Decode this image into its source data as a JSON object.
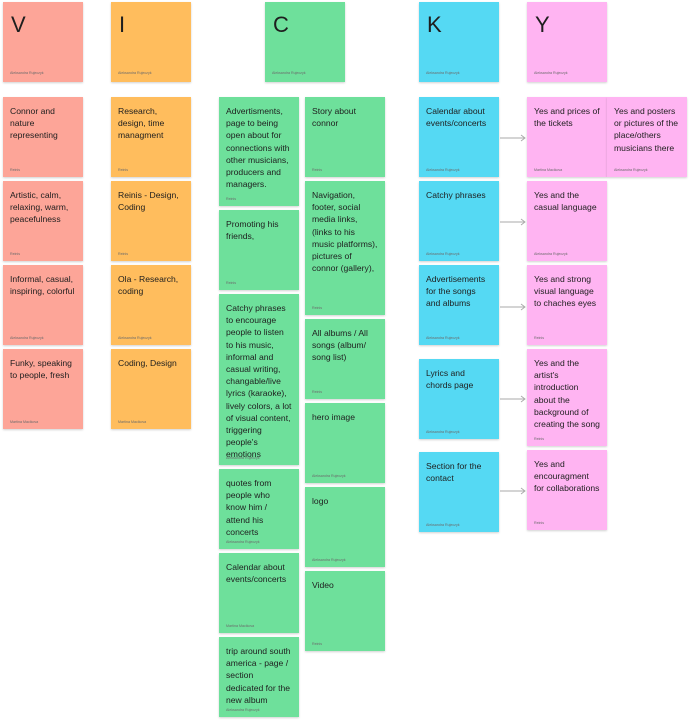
{
  "colors": {
    "red": "#fda598",
    "orange": "#ffbd5d",
    "green": "#6ee09b",
    "cyan": "#55d9f3",
    "pink": "#ffb4f2",
    "connector": "#a9a9a9"
  },
  "headers": [
    {
      "letter": "V",
      "author": "Aleksandra Rujeczyk"
    },
    {
      "letter": "I",
      "author": "Aleksandra Rujeczyk"
    },
    {
      "letter": "C",
      "author": "Aleksandra Rujeczyk"
    },
    {
      "letter": "K",
      "author": "Aleksandra Rujeczyk"
    },
    {
      "letter": "Y",
      "author": "Aleksandra Rujeczyk"
    }
  ],
  "v_notes": [
    {
      "text": "Connor and nature representing",
      "author": "Reinis"
    },
    {
      "text": "Artistic, calm, relaxing, warm, peacefulness",
      "author": "Reinis"
    },
    {
      "text": "Informal, casual, inspiring, colorful",
      "author": "Aleksandra Rujeczyk"
    },
    {
      "text": "Funky, speaking to people, fresh",
      "author": "Martina Macikova"
    }
  ],
  "i_notes": [
    {
      "text": "Research, design, time managment",
      "author": "Reinis"
    },
    {
      "text": "Reinis - Design, Coding",
      "author": "Reinis"
    },
    {
      "text": "Ola - Research, coding",
      "author": "Aleksandra Rujeczyk"
    },
    {
      "text": "Coding, Design",
      "author": "Martina Macikova"
    }
  ],
  "c_left_notes": [
    {
      "text": "Advertisments, page to being open about for connections with other musicians, producers and managers.",
      "author": "Reinis"
    },
    {
      "text": "Promoting his friends,",
      "author": "Reinis"
    },
    {
      "text": "Catchy phrases to encourage people to listen to his music, informal and casual writing, changable/live lyrics (karaoke), lively colors, a lot of visual content, triggering people's emotions",
      "author": "Aleksandra Rujeczyk"
    },
    {
      "text": "quotes from people who know him / attend his concerts",
      "author": "Aleksandra Rujeczyk"
    },
    {
      "text": "Calendar about events/concerts",
      "author": "Martina Macikova"
    },
    {
      "text": "trip around south america - page / section dedicated for the new album",
      "author": "Aleksandra Rujeczyk"
    }
  ],
  "c_right_notes": [
    {
      "text": "Story about connor",
      "author": "Reinis"
    },
    {
      "text": "Navigation, footer, social media links, (links to his music platforms), pictures of connor (gallery),",
      "author": "Reinis"
    },
    {
      "text": "All albums  / All songs (album/ song list)",
      "author": "Reinis"
    },
    {
      "text": "hero image",
      "author": "Aleksandra Rujeczyk"
    },
    {
      "text": "logo",
      "author": "Aleksandra Rujeczyk"
    },
    {
      "text": "Video",
      "author": "Reinis"
    }
  ],
  "k_notes": [
    {
      "text": "Calendar about events/concerts",
      "author": "Aleksandra Rujeczyk"
    },
    {
      "text": "Catchy phrases",
      "author": "Aleksandra Rujeczyk"
    },
    {
      "text": "Advertisements for the songs and albums",
      "author": "Aleksandra Rujeczyk"
    },
    {
      "text": "Lyrics and chords page",
      "author": "Aleksandra Rujeczyk"
    },
    {
      "text": "Section for the contact",
      "author": "Aleksandra Rujeczyk"
    }
  ],
  "y_notes": [
    {
      "text": "Yes and prices of the tickets",
      "author": "Martina Macikova"
    },
    {
      "text": "Yes and the casual language",
      "author": "Aleksandra Rujeczyk"
    },
    {
      "text": "Yes and strong visual language to chaches eyes",
      "author": "Reinis"
    },
    {
      "text": "Yes and the artist's introduction about the background of creating the song",
      "author": "Reinis"
    },
    {
      "text": "Yes and encouragment for collaborations",
      "author": "Reinis"
    }
  ],
  "y_extra_note": {
    "text": "Yes and posters or pictures of the place/others musicians there",
    "author": "Aleksandra Rujeczyk"
  }
}
